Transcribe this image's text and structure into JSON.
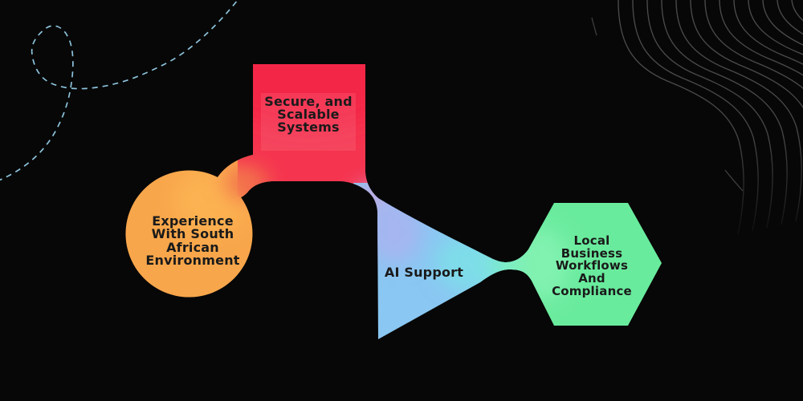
{
  "canvas": {
    "background": "#070707"
  },
  "decorations": {
    "dashed_loop": {
      "color": "#8CC2DB",
      "style": "dashed loop curve, top-left"
    },
    "contour_lines": {
      "color": "#4D4D4D",
      "count": 13,
      "position": "top-right"
    },
    "stray_segments": {
      "color": "#3F3F3F",
      "count": 2
    }
  },
  "diagram": {
    "text_color": "#1A1A1A",
    "nodes": [
      {
        "id": "experience",
        "shape": "circle",
        "fill": "#F8A64B",
        "accent": "#FCB251",
        "lines": [
          "Experience",
          "With South",
          "African",
          "Environment"
        ]
      },
      {
        "id": "systems",
        "shape": "square",
        "fill": "#F5344F",
        "accent": "#F42647",
        "overlay": "rgba(255,255,255,0.09)",
        "lines": [
          "Secure, and",
          "Scalable",
          "Systems"
        ]
      },
      {
        "id": "ai-support",
        "shape": "triangle",
        "fill": "#8AC7F2",
        "accent": "#7EDDE9",
        "lines": [
          "AI Support"
        ]
      },
      {
        "id": "compliance",
        "shape": "hexagon",
        "fill": "#69EB9D",
        "accent": "#82F2B1",
        "lines": [
          "Local",
          "Business",
          "Workflows",
          "And",
          "Compliance"
        ]
      }
    ]
  }
}
